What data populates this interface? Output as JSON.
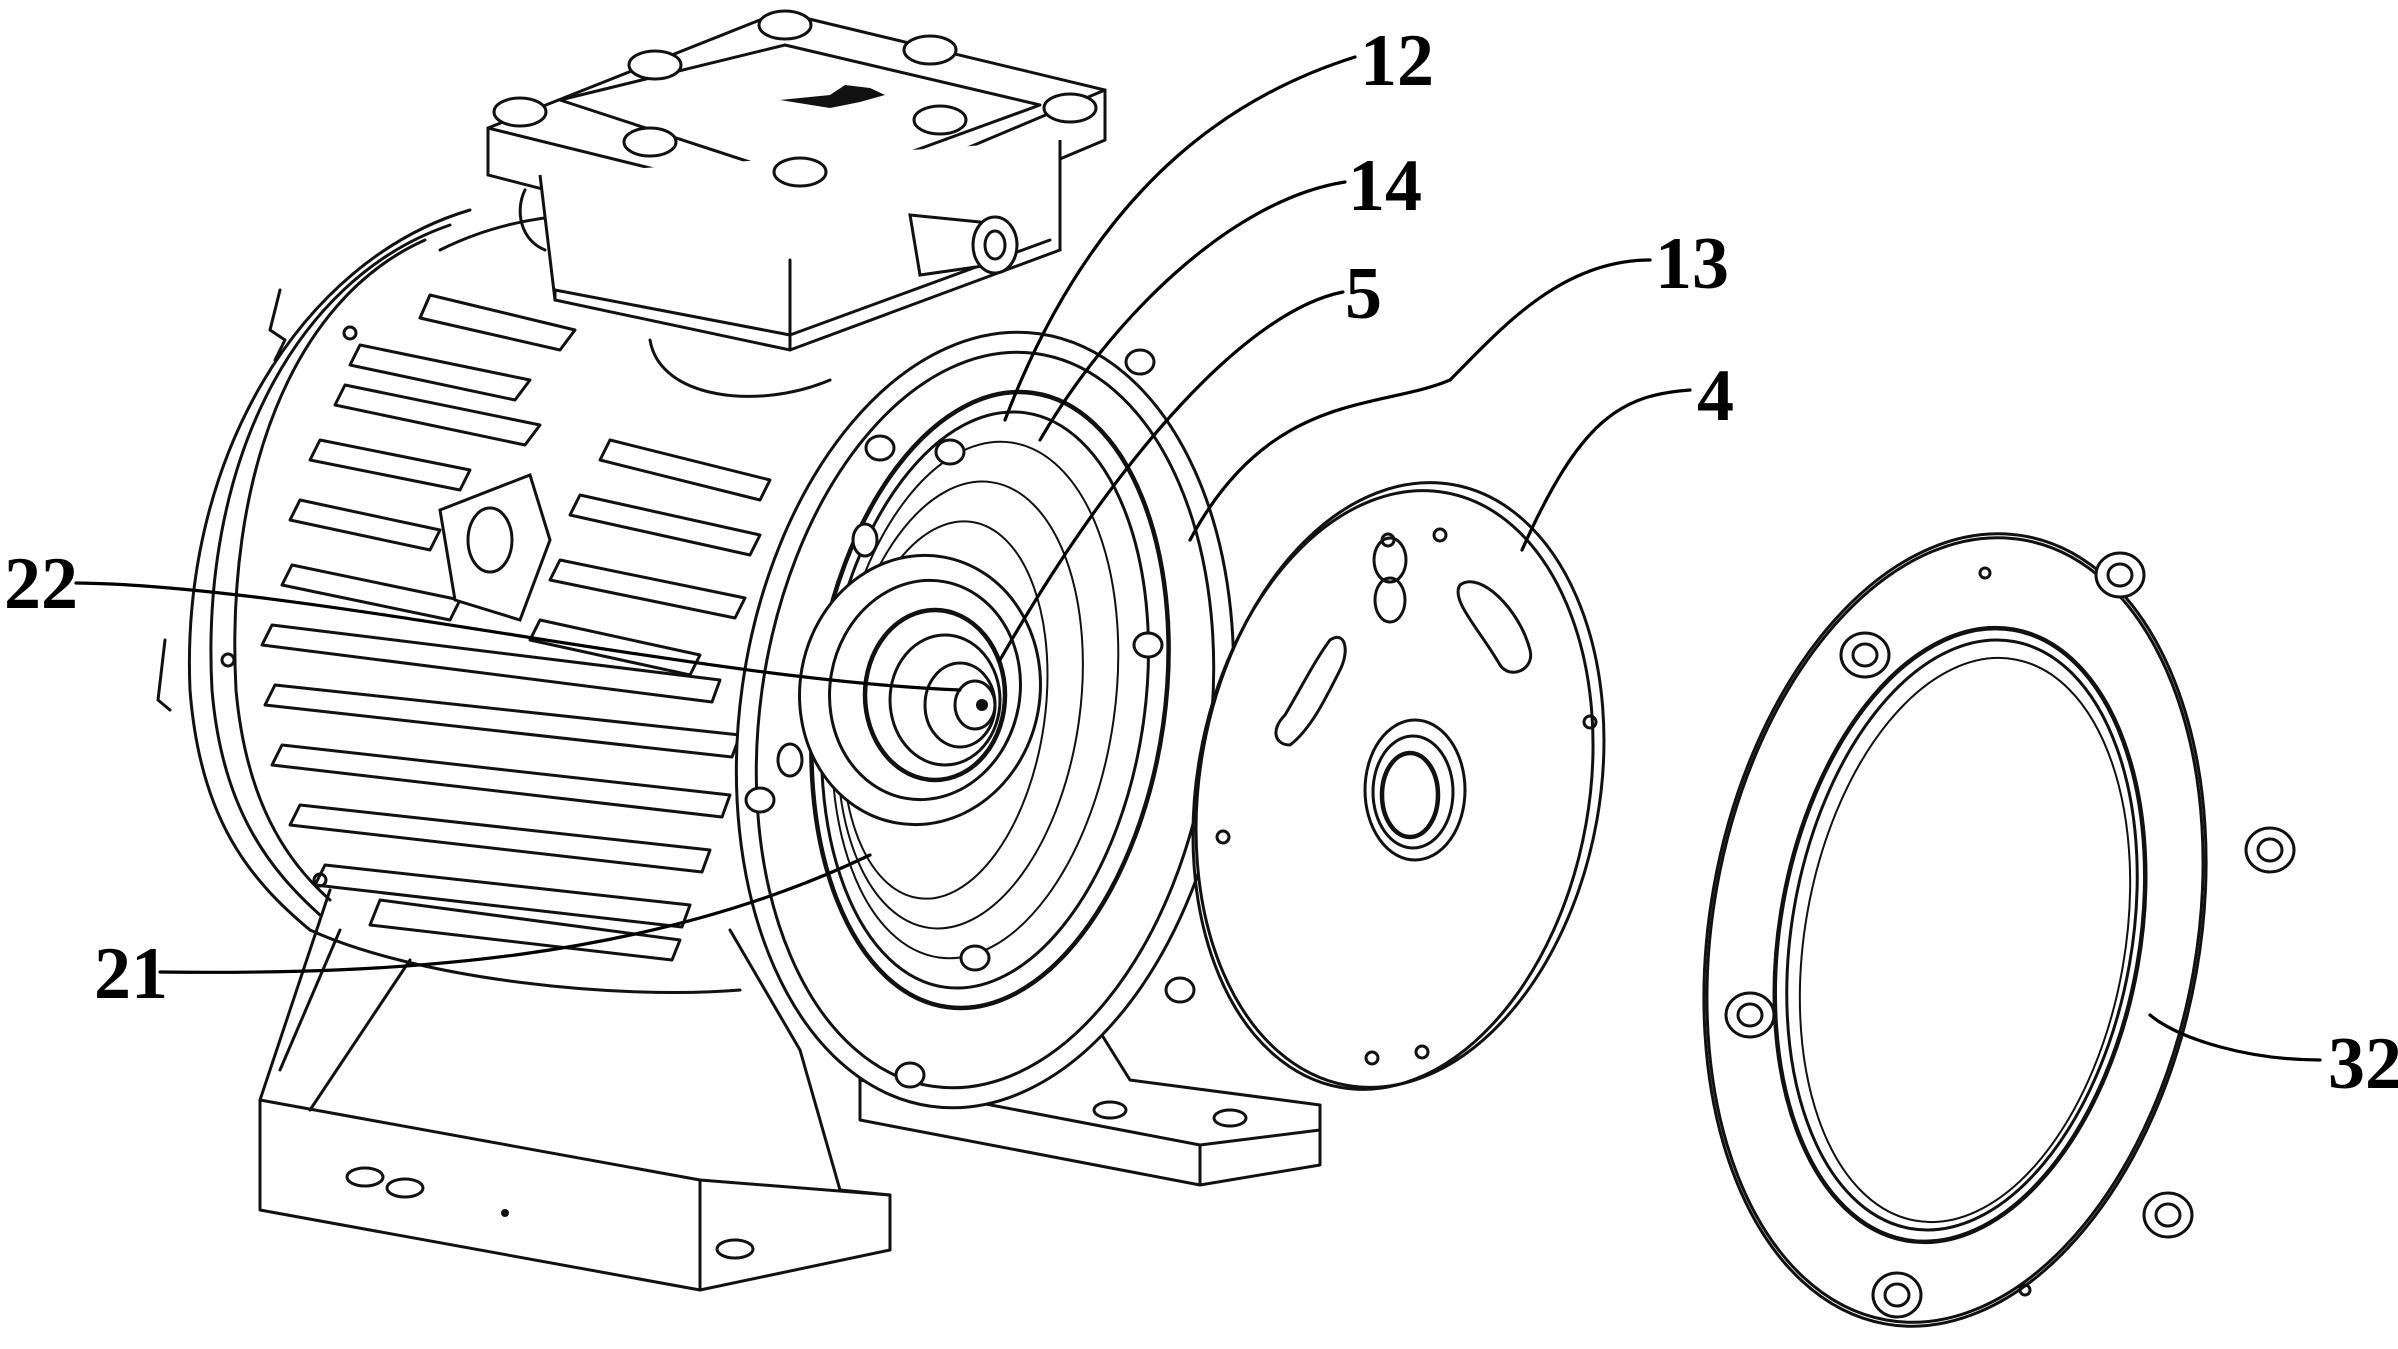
{
  "figure": {
    "type": "patent-drawing",
    "subject": "Motor exploded perspective view",
    "line_color": "#111111",
    "background": "#ffffff"
  },
  "labels": [
    {
      "id": "12",
      "text": "12"
    },
    {
      "id": "14",
      "text": "14"
    },
    {
      "id": "5",
      "text": "5"
    },
    {
      "id": "13",
      "text": "13"
    },
    {
      "id": "4",
      "text": "4"
    },
    {
      "id": "22",
      "text": "22"
    },
    {
      "id": "21",
      "text": "21"
    },
    {
      "id": "32",
      "text": "32"
    }
  ],
  "components": [
    {
      "name": "motor-housing-finned"
    },
    {
      "name": "terminal-box"
    },
    {
      "name": "front-flange"
    },
    {
      "name": "bearing-shaft"
    },
    {
      "name": "end-plate-disc"
    },
    {
      "name": "cover-ring-with-window"
    },
    {
      "name": "mounting-feet"
    }
  ]
}
